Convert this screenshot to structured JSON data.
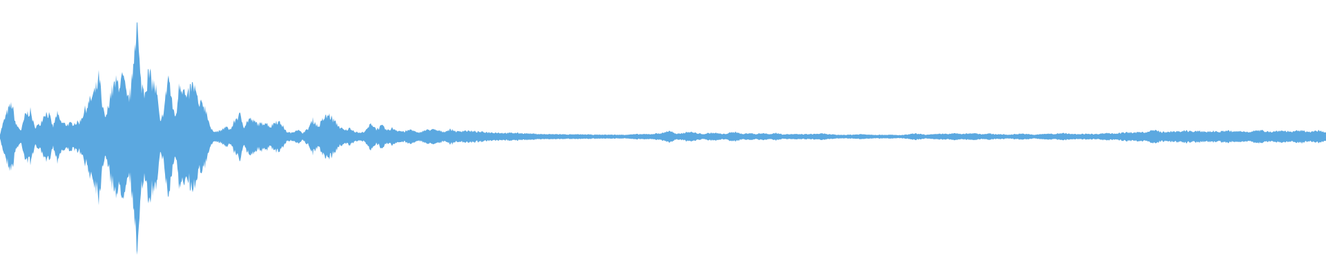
{
  "waveform": {
    "color": "#5ba8e0",
    "background": "#ffffff",
    "envelope": [
      [
        0.0,
        0.02
      ],
      [
        0.002,
        0.1
      ],
      [
        0.006,
        0.22
      ],
      [
        0.009,
        0.27
      ],
      [
        0.012,
        0.1
      ],
      [
        0.016,
        0.05
      ],
      [
        0.019,
        0.18
      ],
      [
        0.023,
        0.21
      ],
      [
        0.026,
        0.08
      ],
      [
        0.03,
        0.1
      ],
      [
        0.034,
        0.2
      ],
      [
        0.037,
        0.18
      ],
      [
        0.04,
        0.08
      ],
      [
        0.043,
        0.19
      ],
      [
        0.046,
        0.12
      ],
      [
        0.05,
        0.1
      ],
      [
        0.055,
        0.11
      ],
      [
        0.06,
        0.12
      ],
      [
        0.064,
        0.22
      ],
      [
        0.068,
        0.3
      ],
      [
        0.072,
        0.38
      ],
      [
        0.075,
        0.5
      ],
      [
        0.077,
        0.24
      ],
      [
        0.08,
        0.15
      ],
      [
        0.083,
        0.34
      ],
      [
        0.087,
        0.44
      ],
      [
        0.09,
        0.45
      ],
      [
        0.093,
        0.48
      ],
      [
        0.096,
        0.3
      ],
      [
        0.099,
        0.38
      ],
      [
        0.101,
        0.7
      ],
      [
        0.103,
        1.0
      ],
      [
        0.106,
        0.45
      ],
      [
        0.109,
        0.38
      ],
      [
        0.112,
        0.52
      ],
      [
        0.115,
        0.45
      ],
      [
        0.118,
        0.38
      ],
      [
        0.121,
        0.1
      ],
      [
        0.124,
        0.25
      ],
      [
        0.127,
        0.52
      ],
      [
        0.13,
        0.25
      ],
      [
        0.133,
        0.16
      ],
      [
        0.135,
        0.47
      ],
      [
        0.138,
        0.4
      ],
      [
        0.141,
        0.3
      ],
      [
        0.144,
        0.42
      ],
      [
        0.147,
        0.4
      ],
      [
        0.15,
        0.25
      ],
      [
        0.153,
        0.28
      ],
      [
        0.156,
        0.2
      ],
      [
        0.159,
        0.06
      ],
      [
        0.163,
        0.04
      ],
      [
        0.167,
        0.05
      ],
      [
        0.17,
        0.08
      ],
      [
        0.174,
        0.06
      ],
      [
        0.178,
        0.15
      ],
      [
        0.181,
        0.18
      ],
      [
        0.184,
        0.08
      ],
      [
        0.188,
        0.15
      ],
      [
        0.192,
        0.12
      ],
      [
        0.196,
        0.1
      ],
      [
        0.2,
        0.12
      ],
      [
        0.204,
        0.08
      ],
      [
        0.208,
        0.13
      ],
      [
        0.212,
        0.11
      ],
      [
        0.216,
        0.04
      ],
      [
        0.22,
        0.03
      ],
      [
        0.224,
        0.06
      ],
      [
        0.228,
        0.03
      ],
      [
        0.232,
        0.06
      ],
      [
        0.236,
        0.14
      ],
      [
        0.24,
        0.08
      ],
      [
        0.244,
        0.15
      ],
      [
        0.248,
        0.18
      ],
      [
        0.252,
        0.13
      ],
      [
        0.256,
        0.08
      ],
      [
        0.26,
        0.05
      ],
      [
        0.264,
        0.07
      ],
      [
        0.268,
        0.04
      ],
      [
        0.272,
        0.03
      ],
      [
        0.276,
        0.05
      ],
      [
        0.28,
        0.11
      ],
      [
        0.284,
        0.06
      ],
      [
        0.288,
        0.09
      ],
      [
        0.292,
        0.05
      ],
      [
        0.296,
        0.07
      ],
      [
        0.3,
        0.05
      ],
      [
        0.305,
        0.04
      ],
      [
        0.31,
        0.06
      ],
      [
        0.315,
        0.03
      ],
      [
        0.32,
        0.05
      ],
      [
        0.325,
        0.06
      ],
      [
        0.33,
        0.05
      ],
      [
        0.335,
        0.04
      ],
      [
        0.34,
        0.06
      ],
      [
        0.345,
        0.04
      ],
      [
        0.35,
        0.05
      ],
      [
        0.36,
        0.04
      ],
      [
        0.37,
        0.035
      ],
      [
        0.38,
        0.03
      ],
      [
        0.39,
        0.03
      ],
      [
        0.4,
        0.025
      ],
      [
        0.41,
        0.02
      ],
      [
        0.42,
        0.02
      ],
      [
        0.43,
        0.018
      ],
      [
        0.44,
        0.018
      ],
      [
        0.45,
        0.016
      ],
      [
        0.46,
        0.016
      ],
      [
        0.47,
        0.015
      ],
      [
        0.48,
        0.02
      ],
      [
        0.49,
        0.02
      ],
      [
        0.5,
        0.03
      ],
      [
        0.505,
        0.05
      ],
      [
        0.51,
        0.02
      ],
      [
        0.515,
        0.03
      ],
      [
        0.52,
        0.04
      ],
      [
        0.525,
        0.03
      ],
      [
        0.53,
        0.02
      ],
      [
        0.535,
        0.03
      ],
      [
        0.54,
        0.03
      ],
      [
        0.545,
        0.02
      ],
      [
        0.55,
        0.03
      ],
      [
        0.555,
        0.04
      ],
      [
        0.56,
        0.02
      ],
      [
        0.565,
        0.03
      ],
      [
        0.57,
        0.02
      ],
      [
        0.575,
        0.03
      ],
      [
        0.58,
        0.02
      ],
      [
        0.585,
        0.03
      ],
      [
        0.59,
        0.02
      ],
      [
        0.6,
        0.02
      ],
      [
        0.61,
        0.02
      ],
      [
        0.62,
        0.025
      ],
      [
        0.63,
        0.015
      ],
      [
        0.64,
        0.015
      ],
      [
        0.65,
        0.02
      ],
      [
        0.66,
        0.015
      ],
      [
        0.67,
        0.015
      ],
      [
        0.68,
        0.012
      ],
      [
        0.69,
        0.025
      ],
      [
        0.7,
        0.015
      ],
      [
        0.71,
        0.025
      ],
      [
        0.715,
        0.02
      ],
      [
        0.72,
        0.03
      ],
      [
        0.725,
        0.02
      ],
      [
        0.73,
        0.025
      ],
      [
        0.735,
        0.03
      ],
      [
        0.74,
        0.02
      ],
      [
        0.745,
        0.025
      ],
      [
        0.75,
        0.02
      ],
      [
        0.755,
        0.02
      ],
      [
        0.76,
        0.015
      ],
      [
        0.765,
        0.02
      ],
      [
        0.77,
        0.025
      ],
      [
        0.775,
        0.02
      ],
      [
        0.78,
        0.015
      ],
      [
        0.785,
        0.02
      ],
      [
        0.79,
        0.025
      ],
      [
        0.795,
        0.02
      ],
      [
        0.8,
        0.03
      ],
      [
        0.805,
        0.025
      ],
      [
        0.81,
        0.02
      ],
      [
        0.815,
        0.02
      ],
      [
        0.82,
        0.025
      ],
      [
        0.825,
        0.02
      ],
      [
        0.83,
        0.025
      ],
      [
        0.835,
        0.03
      ],
      [
        0.84,
        0.025
      ],
      [
        0.845,
        0.03
      ],
      [
        0.85,
        0.035
      ],
      [
        0.855,
        0.03
      ],
      [
        0.86,
        0.04
      ],
      [
        0.865,
        0.035
      ],
      [
        0.87,
        0.055
      ],
      [
        0.875,
        0.04
      ],
      [
        0.88,
        0.035
      ],
      [
        0.885,
        0.045
      ],
      [
        0.89,
        0.04
      ],
      [
        0.895,
        0.05
      ],
      [
        0.9,
        0.04
      ],
      [
        0.905,
        0.045
      ],
      [
        0.91,
        0.04
      ],
      [
        0.915,
        0.045
      ],
      [
        0.92,
        0.04
      ],
      [
        0.925,
        0.05
      ],
      [
        0.93,
        0.04
      ],
      [
        0.935,
        0.045
      ],
      [
        0.94,
        0.04
      ],
      [
        0.945,
        0.045
      ],
      [
        0.95,
        0.05
      ],
      [
        0.955,
        0.045
      ],
      [
        0.96,
        0.04
      ],
      [
        0.965,
        0.05
      ],
      [
        0.97,
        0.045
      ],
      [
        0.975,
        0.04
      ],
      [
        0.98,
        0.05
      ],
      [
        0.985,
        0.045
      ],
      [
        0.99,
        0.04
      ],
      [
        0.995,
        0.05
      ],
      [
        1.0,
        0.03
      ]
    ]
  }
}
